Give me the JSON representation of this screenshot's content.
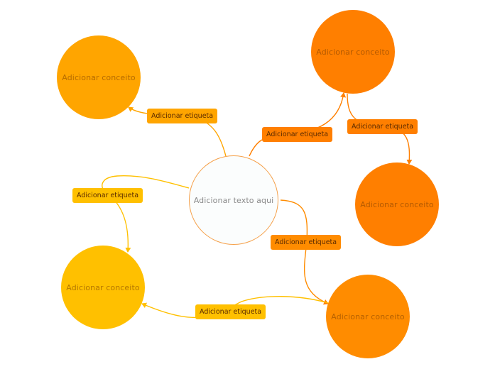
{
  "center": {
    "text": "Adicionar texto aqui"
  },
  "concepts": [
    {
      "id": "top-left",
      "text": "Adicionar conceito",
      "color": "#ffa500"
    },
    {
      "id": "top-right",
      "text": "Adicionar conceito",
      "color": "#ff7f00"
    },
    {
      "id": "right",
      "text": "Adicionar conceito",
      "color": "#ff7f00"
    },
    {
      "id": "bottom-right",
      "text": "Adicionar conceito",
      "color": "#ff8c00"
    },
    {
      "id": "bottom-left",
      "text": "Adicionar conceito",
      "color": "#ffc000"
    }
  ],
  "labels": [
    {
      "id": "to-top-left",
      "text": "Adicionar etiqueta",
      "color": "#ffa500"
    },
    {
      "id": "to-top-right",
      "text": "Adicionar etiqueta",
      "color": "#ff7f00"
    },
    {
      "id": "top-right-to-right",
      "text": "Adicionar etiqueta",
      "color": "#ff7f00"
    },
    {
      "id": "to-bottom-left",
      "text": "Adicionar etiqueta",
      "color": "#ffc000"
    },
    {
      "id": "to-bottom-right",
      "text": "Adicionar etiqueta",
      "color": "#ff8c00"
    },
    {
      "id": "bottom-right-to-bottom-left",
      "text": "Adicionar etiqueta",
      "color": "#ffc000"
    }
  ],
  "colors": {
    "center_border": "#f5a04a",
    "link_orange_dark": "#ff7f00",
    "link_orange": "#ffa500",
    "link_yellow": "#ffc000"
  }
}
